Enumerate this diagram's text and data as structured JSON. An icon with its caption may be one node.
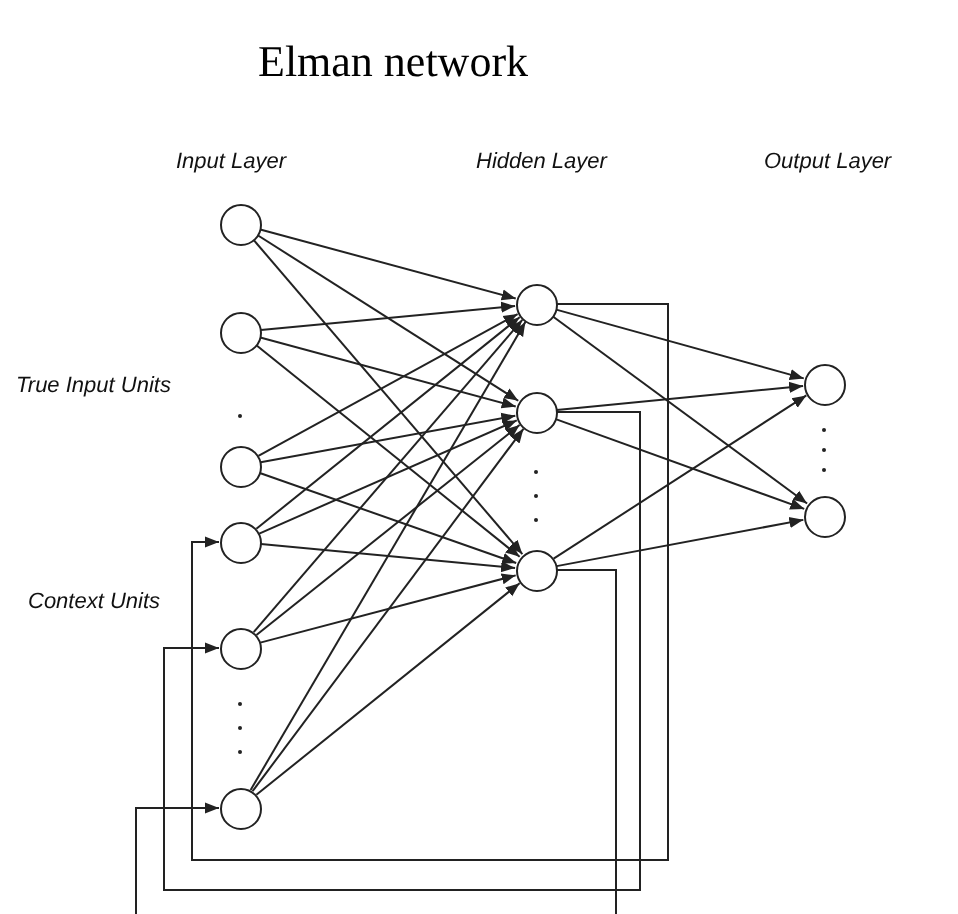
{
  "diagram": {
    "title": "Elman network",
    "nodes": [
      {
        "text": [],
        "shape": "circle"
      },
      {
        "text": [],
        "shape": "circle"
      },
      {
        "text": [],
        "shape": "circle"
      },
      {
        "text": [],
        "shape": "circle"
      },
      {
        "text": [],
        "shape": "circle"
      },
      {
        "text": [],
        "shape": "circle"
      },
      {
        "text": [],
        "shape": "circle"
      },
      {
        "text": [],
        "shape": "circle"
      },
      {
        "text": [],
        "shape": "circle"
      },
      {
        "text": [],
        "shape": "circle"
      },
      {
        "text": [],
        "shape": "circle"
      }
    ],
    "edges": [
      {
        "from": 0,
        "to": 6,
        "arrow": "to"
      },
      {
        "from": 0,
        "to": 7,
        "arrow": "to"
      },
      {
        "from": 0,
        "to": 8,
        "arrow": "to"
      },
      {
        "from": 1,
        "to": 6,
        "arrow": "to"
      },
      {
        "from": 1,
        "to": 7,
        "arrow": "to"
      },
      {
        "from": 1,
        "to": 8,
        "arrow": "to"
      },
      {
        "from": 2,
        "to": 6,
        "arrow": "to"
      },
      {
        "from": 2,
        "to": 7,
        "arrow": "to"
      },
      {
        "from": 2,
        "to": 8,
        "arrow": "to"
      },
      {
        "from": 3,
        "to": 6,
        "arrow": "to"
      },
      {
        "from": 3,
        "to": 7,
        "arrow": "to"
      },
      {
        "from": 3,
        "to": 8,
        "arrow": "to"
      },
      {
        "from": 4,
        "to": 6,
        "arrow": "to"
      },
      {
        "from": 4,
        "to": 7,
        "arrow": "to"
      },
      {
        "from": 4,
        "to": 8,
        "arrow": "to"
      },
      {
        "from": 5,
        "to": 6,
        "arrow": "to"
      },
      {
        "from": 5,
        "to": 7,
        "arrow": "to"
      },
      {
        "from": 5,
        "to": 8,
        "arrow": "to"
      },
      {
        "from": 6,
        "to": 9,
        "arrow": "to"
      },
      {
        "from": 6,
        "to": 10,
        "arrow": "to"
      },
      {
        "from": 7,
        "to": 9,
        "arrow": "to"
      },
      {
        "from": 7,
        "to": 10,
        "arrow": "to"
      },
      {
        "from": 8,
        "to": 9,
        "arrow": "to"
      },
      {
        "from": 8,
        "to": 10,
        "arrow": "to"
      },
      {
        "from": 6,
        "to": 3,
        "arrow": "to"
      },
      {
        "from": 7,
        "to": 4,
        "arrow": "to"
      },
      {
        "from": 8,
        "to": null,
        "arrow": "none"
      },
      {
        "from": null,
        "to": 5,
        "arrow": "to"
      }
    ],
    "labels": [
      "Input Layer",
      "Hidden Layer",
      "Output Layer",
      "True Input Units",
      "Context Units"
    ]
  }
}
